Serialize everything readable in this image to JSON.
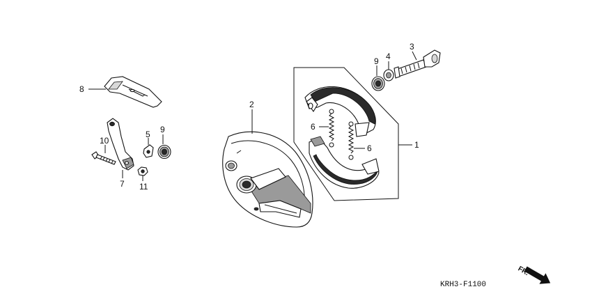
{
  "callouts": {
    "c1": "1",
    "c2": "2",
    "c3": "3",
    "c4": "4",
    "c5": "5",
    "c6a": "6",
    "c6b": "6",
    "c7": "7",
    "c8": "8",
    "c9a": "9",
    "c9b": "9",
    "c10": "10",
    "c11": "11"
  },
  "diagram_code": "KRH3-F1100",
  "direction_label": "FR."
}
